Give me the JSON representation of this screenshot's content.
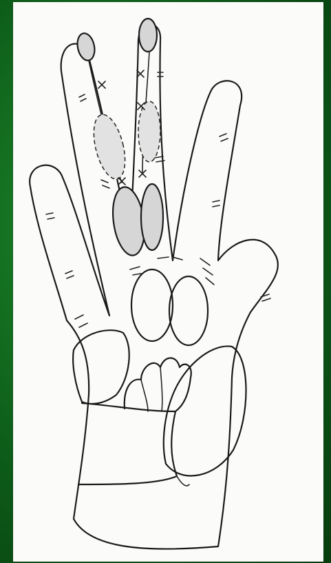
{
  "figure": {
    "subject": "hand-palm-diagram",
    "colors": {
      "background": "#0f6a1e",
      "paper": "#fbfbfa",
      "line": "#1a1a1a",
      "shading": "#d6d6d6"
    },
    "regions": [
      "index-finger-tip",
      "index-finger-middle-phalanx",
      "index-finger-proximal-phalanx",
      "middle-finger-tip",
      "middle-finger-middle-phalanx",
      "middle-finger-proximal-phalanx",
      "ring-finger",
      "little-finger",
      "thumb",
      "interdigital-pad-1",
      "interdigital-pad-2",
      "hypothenar-upper",
      "hypothenar-lower",
      "thenar-eminence",
      "central-palm-lobes"
    ]
  }
}
